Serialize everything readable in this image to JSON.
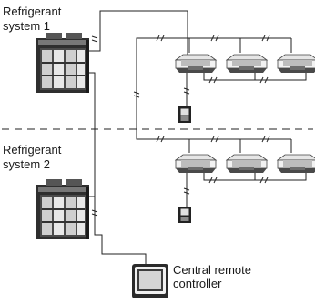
{
  "labels": {
    "system1_line1": "Refrigerant",
    "system1_line2": "system 1",
    "system2_line1": "Refrigerant",
    "system2_line2": "system 2",
    "central_line1": "Central remote",
    "central_line2": "controller"
  },
  "colors": {
    "line": "#222222",
    "unit_dark": "#3a3a3a",
    "unit_light": "#d8d8d8"
  },
  "icons": {
    "outdoor_unit": "outdoor-unit-icon",
    "indoor_unit": "ceiling-cassette-icon",
    "remote": "remote-controller-icon",
    "central": "central-remote-controller-icon"
  }
}
